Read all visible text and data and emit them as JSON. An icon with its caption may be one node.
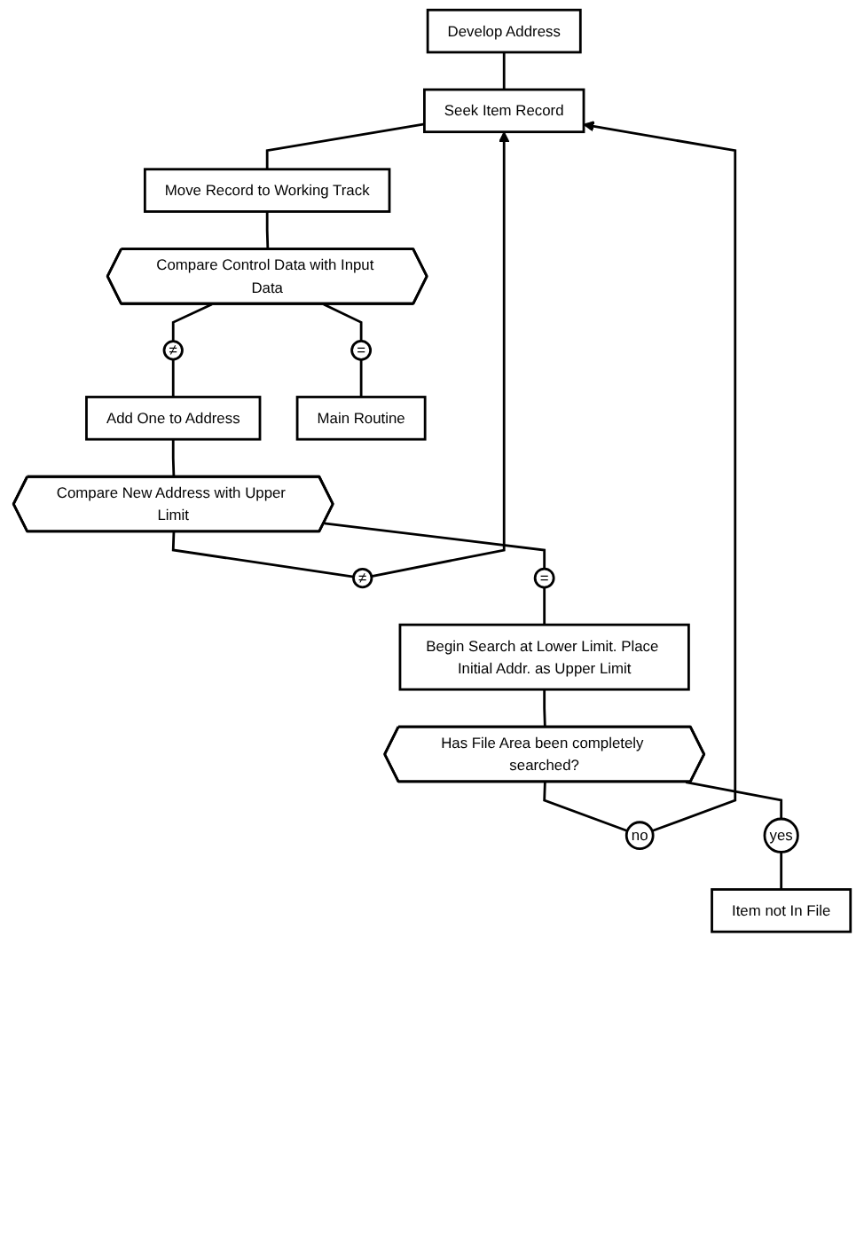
{
  "diagram": {
    "nodes": [
      {
        "text": [
          "Develop Address"
        ]
      },
      {
        "text": [
          "Seek Item Record"
        ]
      },
      {
        "text": [
          "Move Record to Working Track"
        ]
      },
      {
        "text": [
          "Compare Control Data with Input Data"
        ]
      },
      {
        "text": [
          "≠"
        ]
      },
      {
        "text": [
          "="
        ]
      },
      {
        "text": [
          "Add One to Address"
        ]
      },
      {
        "text": [
          "Main Routine"
        ]
      },
      {
        "text": [
          "Compare New Address with Upper Limit"
        ]
      },
      {
        "text": [
          "≠"
        ]
      },
      {
        "text": [
          "="
        ]
      },
      {
        "text": [
          "Begin Search at Lower Limit. Place Initial Addr. as Upper Limit"
        ]
      },
      {
        "text": [
          "Has File Area been completely searched?"
        ]
      },
      {
        "text": [
          "no"
        ]
      },
      {
        "text": [
          "yes"
        ]
      },
      {
        "text": [
          "Item not In File"
        ]
      }
    ],
    "edges": [
      {
        "from": 0,
        "to": 1,
        "arrow": "none"
      },
      {
        "from": 1,
        "to": 2,
        "arrow": "none"
      },
      {
        "from": 2,
        "to": 3,
        "arrow": "none"
      },
      {
        "from": 3,
        "to": 4,
        "arrow": "none"
      },
      {
        "from": 3,
        "to": 5,
        "arrow": "none"
      },
      {
        "from": 4,
        "to": 6,
        "arrow": "none"
      },
      {
        "from": 5,
        "to": 7,
        "arrow": "none"
      },
      {
        "from": 6,
        "to": 8,
        "arrow": "none"
      },
      {
        "from": 8,
        "to": 9,
        "arrow": "none"
      },
      {
        "from": 8,
        "to": 10,
        "arrow": "none"
      },
      {
        "from": 9,
        "to": 1,
        "arrow": "to"
      },
      {
        "from": 10,
        "to": 11,
        "arrow": "none"
      },
      {
        "from": 11,
        "to": 12,
        "arrow": "none"
      },
      {
        "from": 12,
        "to": 13,
        "arrow": "none"
      },
      {
        "from": 12,
        "to": 14,
        "arrow": "none"
      },
      {
        "from": 13,
        "to": 1,
        "arrow": "to"
      },
      {
        "from": 14,
        "to": 15,
        "arrow": "none"
      }
    ]
  }
}
